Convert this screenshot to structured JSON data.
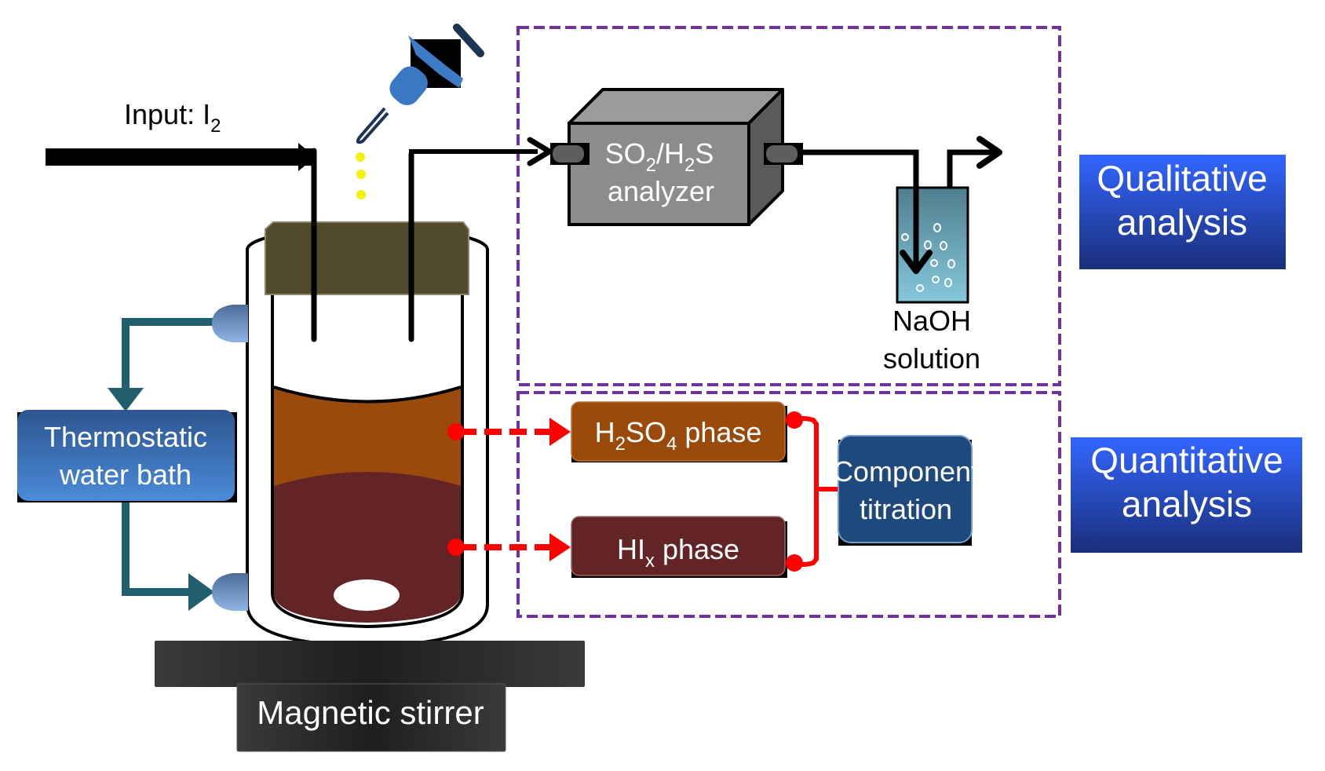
{
  "diagram": {
    "input_label": {
      "text": "Input: I",
      "sub": "2"
    },
    "analyzer": {
      "line1_parts": [
        "SO",
        "2",
        "/H",
        "2",
        "S"
      ],
      "line2": "analyzer"
    },
    "naoh_label": {
      "line1": "NaOH",
      "line2": "solution"
    },
    "qualitative_box": {
      "line1": "Qualitative",
      "line2": "analysis"
    },
    "quantitative_box": {
      "line1": "Quantitative",
      "line2": "analysis"
    },
    "h2so4_phase": {
      "parts": [
        "H",
        "2",
        "SO",
        "4",
        " phase"
      ]
    },
    "hix_phase": {
      "parts": [
        "HI",
        "x",
        " phase"
      ]
    },
    "component_titration": {
      "line1": "Component",
      "line2": "titration"
    },
    "water_bath": {
      "line1": "Thermostatic",
      "line2": "water bath"
    },
    "magnetic_stirrer": {
      "text": "Magnetic stirrer"
    },
    "colors": {
      "dashed_border": "#7030a0",
      "sample_arrow": "#ff0000",
      "h2so4_layer": "#9a4a0a",
      "hix_layer": "#622424",
      "titration_box": "#1f497d",
      "water_bath_box": "#3a78c0",
      "analysis_box_top": "#3366ff",
      "analysis_box_bottom": "#1a2f7a",
      "lid": "#514a2c",
      "naoh_liquid": "#6aaec4",
      "stirrer": "#2d2d2d",
      "water_loop": "#215e6e"
    }
  }
}
